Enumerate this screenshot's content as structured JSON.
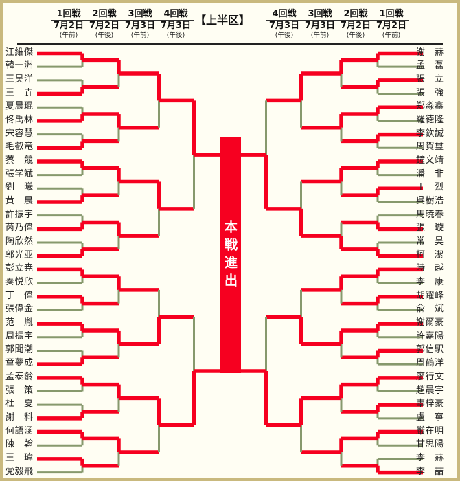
{
  "header": {
    "title": "【上半区】",
    "left_rounds": [
      {
        "label": "1回戦",
        "date": "7月2日",
        "session": "(午前)"
      },
      {
        "label": "2回戦",
        "date": "7月2日",
        "session": "(午後)"
      },
      {
        "label": "3回戦",
        "date": "7月3日",
        "session": "(午前)"
      },
      {
        "label": "4回戦",
        "date": "7月3日",
        "session": "(午後)"
      }
    ],
    "right_rounds": [
      {
        "label": "4回戦",
        "date": "7月3日",
        "session": "(午後)"
      },
      {
        "label": "3回戦",
        "date": "7月3日",
        "session": "(午前)"
      },
      {
        "label": "2回戦",
        "date": "7月2日",
        "session": "(午後)"
      },
      {
        "label": "1回戦",
        "date": "7月2日",
        "session": "(午前)"
      }
    ]
  },
  "center_bar": {
    "label": "本戦進出"
  },
  "colors": {
    "background": "#fffef3",
    "frame": "#c9b97e",
    "winner_red": "#f60020",
    "loser_green": "#87996d",
    "text": "#222222",
    "bar_text": "#ffffff"
  },
  "bracket": {
    "left": {
      "players": [
        "江維傑",
        "韓一洲",
        "王昊洋",
        "王　垚",
        "夏晨琨",
        "佟禹林",
        "宋容慧",
        "毛叡竜",
        "蔡　競",
        "張学斌",
        "劉　曦",
        "黄　晨",
        "許振宇",
        "芮乃偉",
        "陶欣然",
        "邬光亚",
        "彭立尭",
        "秦悦欣",
        "丁　偉",
        "張偉金",
        "范　胤",
        "周振宇",
        "郭聞潮",
        "童夢成",
        "孟泰齡",
        "張　策",
        "杜　夏",
        "謝　科",
        "何語涵",
        "陳　翰",
        "王　瑋",
        "党毅飛"
      ],
      "r1_winners": [
        0,
        1,
        1,
        1,
        0,
        1,
        1,
        1,
        0,
        0,
        0,
        1,
        0,
        1,
        0,
        0
      ],
      "r2_winners": [
        0,
        0,
        0,
        0,
        0,
        0,
        0,
        0
      ],
      "r3_winners": [
        0,
        0,
        1,
        0
      ],
      "r4_winners": [
        0,
        1
      ],
      "qualifiers": [
        "江維傑",
        "孟泰齡"
      ]
    },
    "right": {
      "players": [
        "謝　赫",
        "孟　磊",
        "張　立",
        "張　強",
        "郑淼鑫",
        "羅徳隆",
        "李欽誠",
        "周賀璽",
        "鐘文靖",
        "潘　非",
        "丁　烈",
        "呉樹浩",
        "馬暁春",
        "張　璇",
        "常　昊",
        "柯　潔",
        "時　越",
        "李　康",
        "胡躍峰",
        "兪　斌",
        "謝爾豪",
        "許嘉陽",
        "郭信駅",
        "周鶴洋",
        "廖行文",
        "趙晨宇",
        "辜梓豪",
        "盧　寧",
        "厳在明",
        "甘思陽",
        "李　赫",
        "李　喆"
      ],
      "r1_winners": [
        0,
        0,
        0,
        0,
        0,
        0,
        1,
        1,
        0,
        0,
        0,
        0,
        0,
        0,
        0,
        1
      ],
      "r2_winners": [
        0,
        0,
        0,
        1,
        0,
        0,
        0,
        0
      ],
      "r3_winners": [
        0,
        1,
        1,
        0
      ],
      "r4_winners": [
        1,
        1
      ],
      "qualifiers": [
        "柯　潔",
        "廖行文"
      ]
    }
  }
}
